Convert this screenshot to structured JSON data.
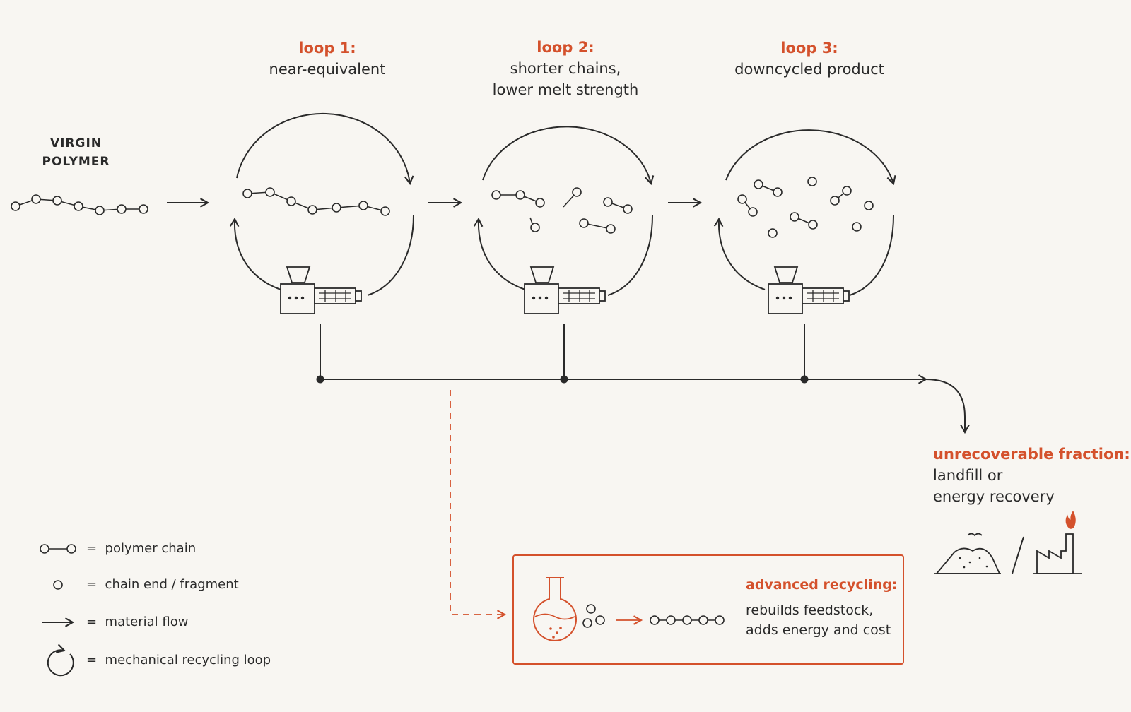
{
  "source_label": "VIRGIN POLYMER",
  "loops": [
    {
      "title": "loop 1:",
      "desc": [
        "near-equivalent"
      ]
    },
    {
      "title": "loop 2:",
      "desc": [
        "shorter chains,",
        "lower melt strength"
      ]
    },
    {
      "title": "loop 3:",
      "desc": [
        "downcycled product"
      ]
    }
  ],
  "unrecoverable": {
    "title": "unrecoverable fraction:",
    "lines": [
      "landfill or",
      "energy recovery"
    ]
  },
  "advanced_recycling": {
    "title": "advanced recycling:",
    "lines": [
      "rebuilds feedstock,",
      "adds energy and cost"
    ]
  },
  "legend": [
    {
      "symbol": "polymer-chain",
      "separator": "=",
      "text": "polymer chain"
    },
    {
      "symbol": "chain-end",
      "separator": "=",
      "text": "chain end / fragment"
    },
    {
      "symbol": "flow-arrow",
      "separator": "=",
      "text": "material flow"
    },
    {
      "symbol": "loop-arrow",
      "separator": "=",
      "text": "mechanical recycling loop"
    }
  ],
  "colors": {
    "ink": "#2a2a2a",
    "accent": "#d4512c",
    "background": "#f8f6f2"
  }
}
